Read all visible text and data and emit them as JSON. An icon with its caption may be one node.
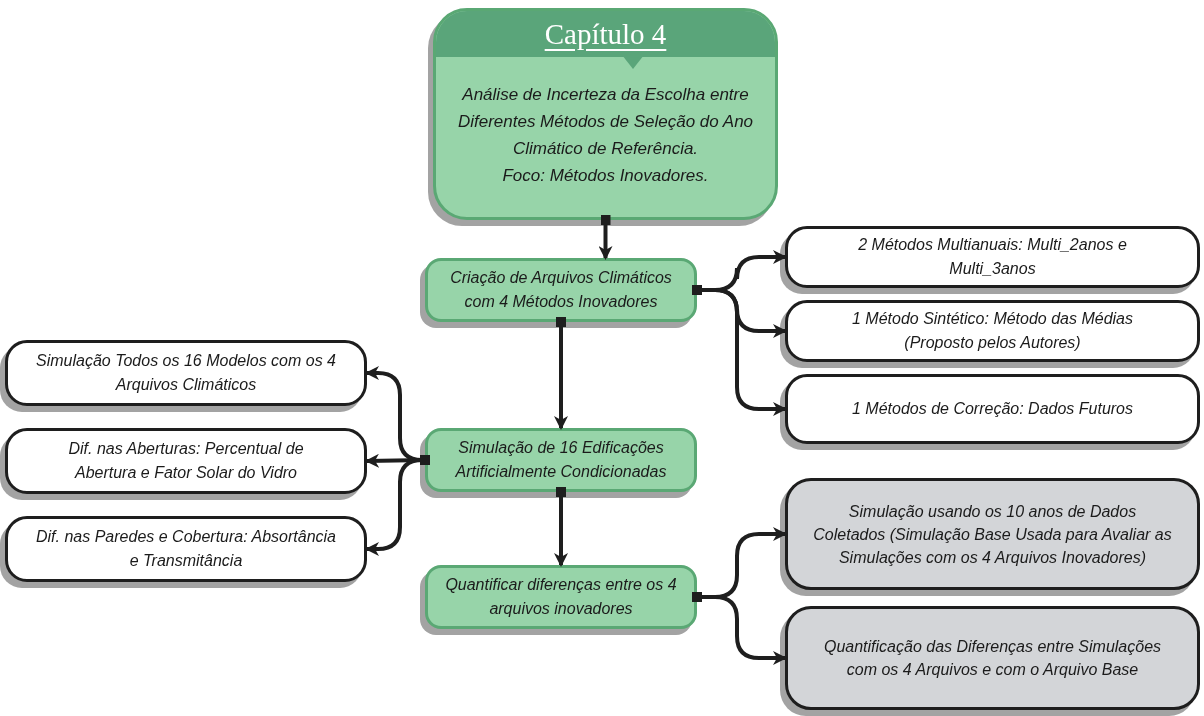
{
  "diagram": {
    "nodes": [
      {
        "text": [
          "Capítulo 4",
          "Análise de Incerteza da Escolha entre Diferentes Métodos de Seleção do Ano Climático de Referência.",
          "Foco: Métodos Inovadores."
        ]
      },
      {
        "text": [
          "Criação de Arquivos Climáticos com 4 Métodos Inovadores"
        ]
      },
      {
        "text": [
          "Simulação de 16 Edificações Artificialmente Condicionadas"
        ]
      },
      {
        "text": [
          "Quantificar diferenças entre os 4 arquivos inovadores"
        ]
      },
      {
        "text": [
          "2 Métodos Multianuais: Multi_2anos e Multi_3anos"
        ]
      },
      {
        "text": [
          "1 Método Sintético: Método das Médias (Proposto pelos Autores)"
        ]
      },
      {
        "text": [
          "1 Métodos de Correção: Dados Futuros"
        ]
      },
      {
        "text": [
          "Simulação Todos os 16 Modelos com os 4 Arquivos Climáticos"
        ]
      },
      {
        "text": [
          "Dif. nas Aberturas: Percentual de Abertura e Fator Solar do Vidro"
        ]
      },
      {
        "text": [
          "Dif. nas Paredes e Cobertura: Absortância e Transmitância"
        ]
      },
      {
        "text": [
          "Simulação usando os 10 anos de Dados Coletados (Simulação Base Usada para Avaliar as Simulações com os 4 Arquivos Inovadores)"
        ]
      },
      {
        "text": [
          "Quantificação das Diferenças entre Simulações com os 4 Arquivos e com o Arquivo Base"
        ]
      }
    ],
    "edges": [
      {
        "from": 0,
        "to": 1,
        "arrow": "to"
      },
      {
        "from": 1,
        "to": 2,
        "arrow": "to"
      },
      {
        "from": 2,
        "to": 3,
        "arrow": "to"
      },
      {
        "from": 1,
        "to": 4,
        "arrow": "to"
      },
      {
        "from": 1,
        "to": 5,
        "arrow": "to"
      },
      {
        "from": 1,
        "to": 6,
        "arrow": "to"
      },
      {
        "from": 2,
        "to": 7,
        "arrow": "to"
      },
      {
        "from": 2,
        "to": 8,
        "arrow": "to"
      },
      {
        "from": 2,
        "to": 9,
        "arrow": "to"
      },
      {
        "from": 3,
        "to": 10,
        "arrow": "to"
      },
      {
        "from": 3,
        "to": 11,
        "arrow": "to"
      }
    ]
  }
}
